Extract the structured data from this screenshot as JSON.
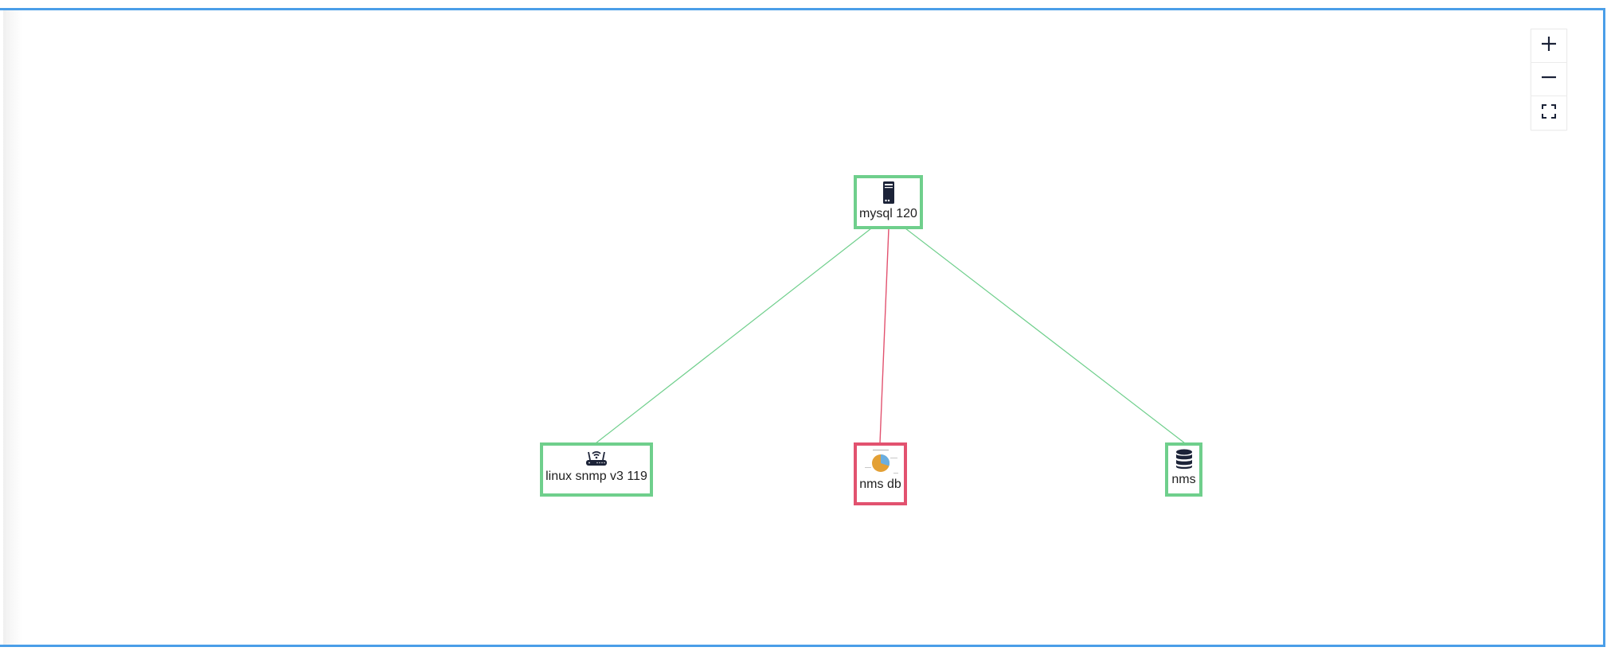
{
  "topology": {
    "colors": {
      "ok": "#6fcf8c",
      "critical": "#e2526f",
      "frame_border": "#4a9ee8",
      "icon": "#1c2338"
    },
    "nodes": [
      {
        "id": "mysql-120",
        "label": "mysql 120",
        "icon": "server-icon",
        "status": "ok"
      },
      {
        "id": "linux-snmp-v3-119",
        "label": "linux snmp v3 119",
        "icon": "router-icon",
        "status": "ok"
      },
      {
        "id": "nms-db",
        "label": "nms db",
        "icon": "pie-chart-thumbnail-icon",
        "status": "critical"
      },
      {
        "id": "nms",
        "label": "nms",
        "icon": "database-icon",
        "status": "ok"
      }
    ],
    "edges": [
      {
        "from": "mysql-120",
        "to": "linux-snmp-v3-119",
        "status": "ok"
      },
      {
        "from": "mysql-120",
        "to": "nms-db",
        "status": "critical"
      },
      {
        "from": "mysql-120",
        "to": "nms",
        "status": "ok"
      }
    ]
  },
  "zoom_controls": {
    "zoom_in": "zoom-in",
    "zoom_out": "zoom-out",
    "fit": "fit-to-screen"
  }
}
